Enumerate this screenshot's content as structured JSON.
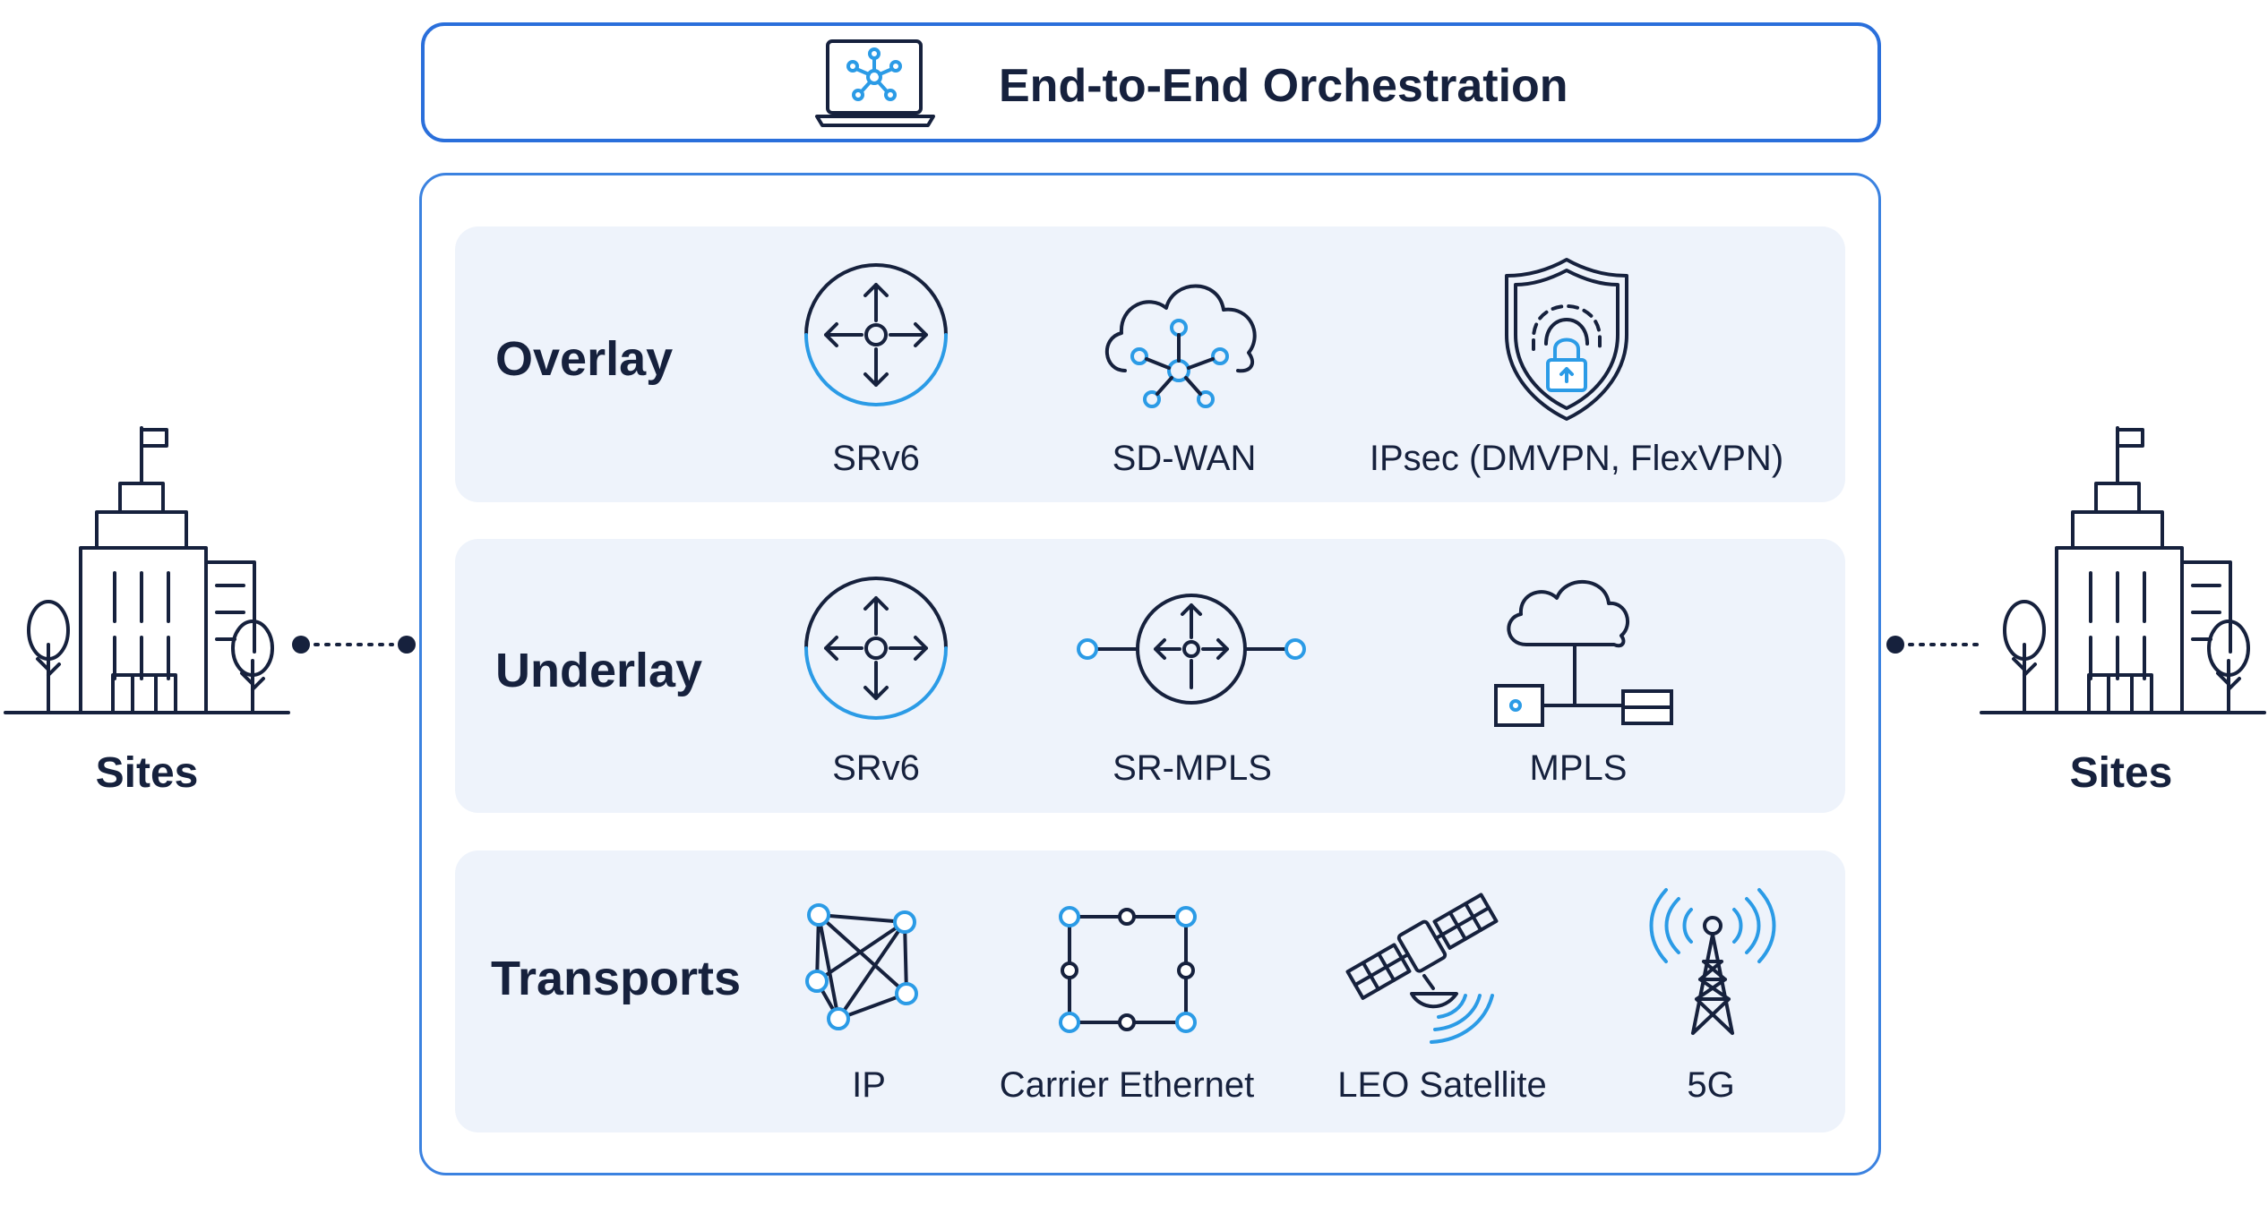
{
  "header": {
    "title": "End-to-End Orchestration"
  },
  "sites": {
    "left_label": "Sites",
    "right_label": "Sites"
  },
  "layers": [
    {
      "label": "Overlay",
      "items": [
        "SRv6",
        "SD-WAN",
        "IPsec (DMVPN, FlexVPN)"
      ]
    },
    {
      "label": "Underlay",
      "items": [
        "SRv6",
        "SR-MPLS",
        "MPLS"
      ]
    },
    {
      "label": "Transports",
      "items": [
        "IP",
        "Carrier Ethernet",
        "LEO Satellite",
        "5G"
      ]
    }
  ],
  "icons": {
    "header": "laptop-network-icon",
    "overlay": [
      "srv6-router-icon",
      "sdwan-cloud-icon",
      "ipsec-shield-lock-icon"
    ],
    "underlay": [
      "srv6-router-icon",
      "sr-mpls-router-icon",
      "mpls-cloud-network-icon"
    ],
    "transports": [
      "ip-mesh-icon",
      "carrier-ethernet-icon",
      "leo-satellite-icon",
      "5g-tower-icon"
    ],
    "sites": [
      "building-icon",
      "building-icon"
    ]
  },
  "colors": {
    "navy": "#16213d",
    "accent_blue": "#2b9be6",
    "border_blue": "#2a6fdb",
    "band_bg": "#eef3fb"
  }
}
